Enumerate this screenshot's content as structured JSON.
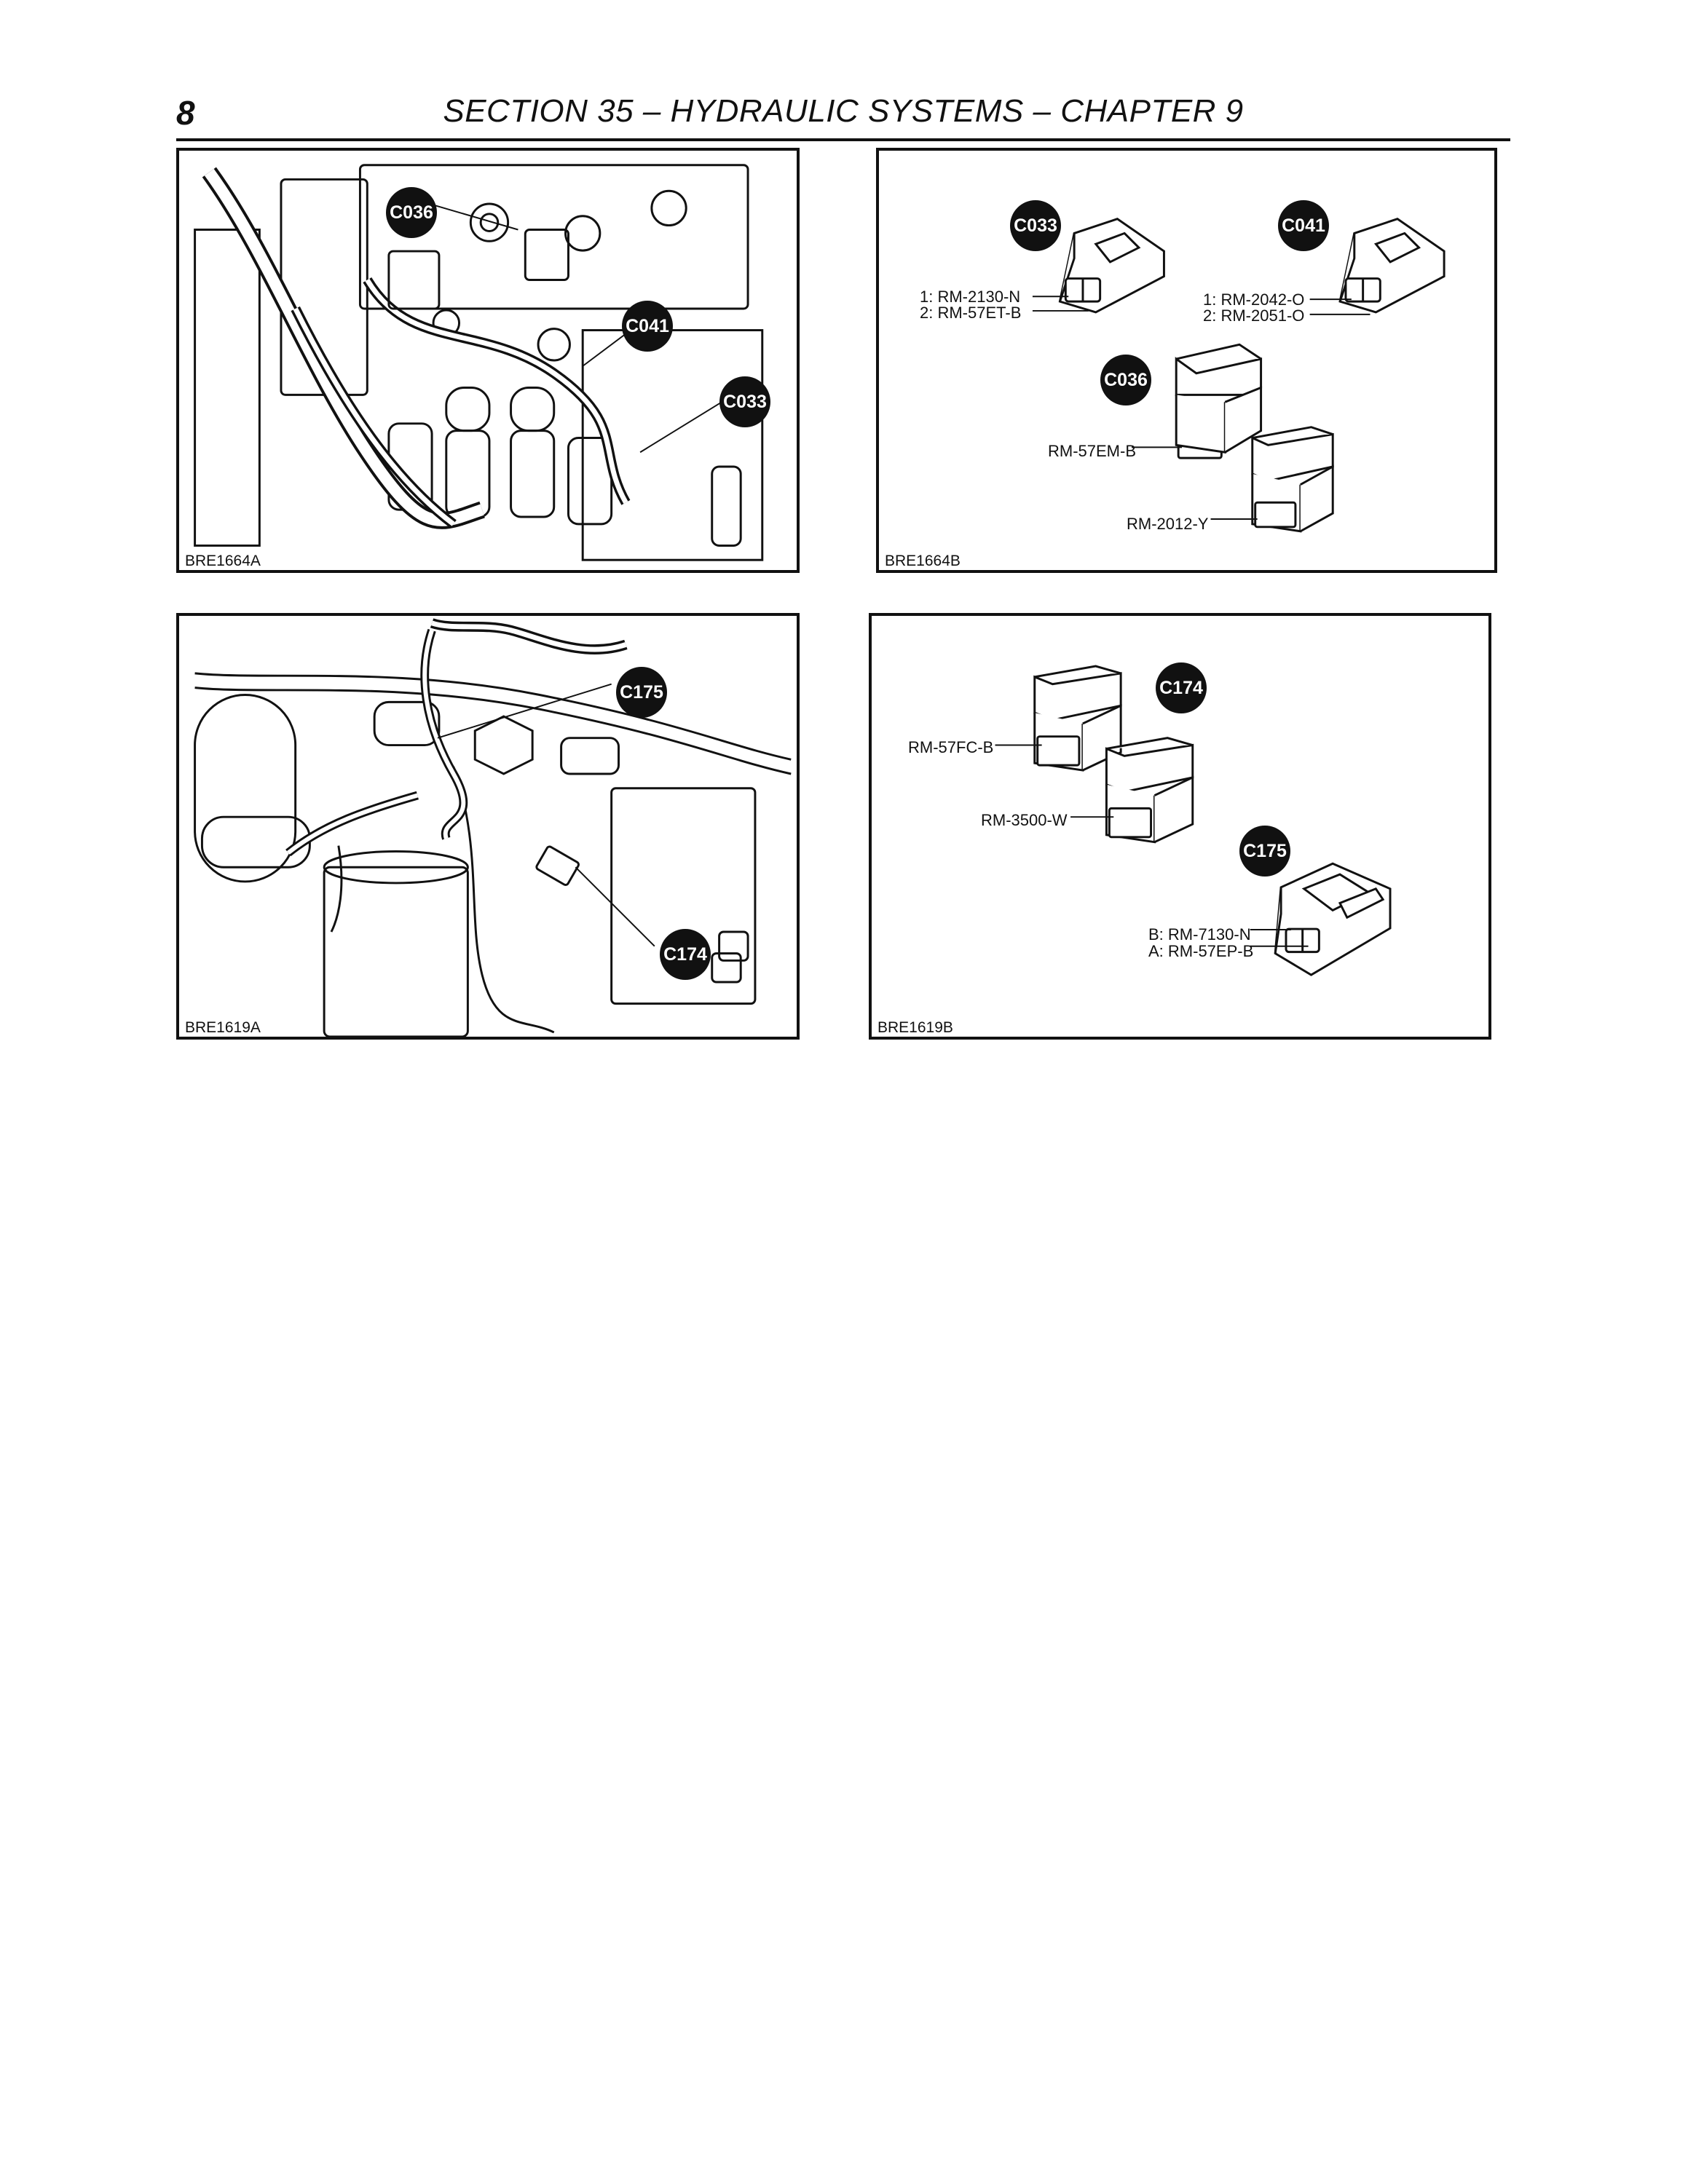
{
  "header": {
    "page_number": "8",
    "title": "SECTION 35 – HYDRAULIC SYSTEMS – CHAPTER 9"
  },
  "figures": {
    "fig_a": {
      "code": "BRE1664A",
      "callouts": [
        "C036",
        "C041",
        "C033"
      ]
    },
    "fig_b": {
      "code": "BRE1664B",
      "callouts": [
        "C033",
        "C041",
        "C036"
      ],
      "c033_pin1": "1: RM-2130-N",
      "c033_pin2": "2: RM-57ET-B",
      "c041_pin1": "1: RM-2042-O",
      "c041_pin2": "2: RM-2051-O",
      "c036_wire1": "RM-57EM-B",
      "c036_wire2": "RM-2012-Y"
    },
    "fig_c": {
      "code": "BRE1619A",
      "callouts": [
        "C175",
        "C174"
      ]
    },
    "fig_d": {
      "code": "BRE1619B",
      "callouts": [
        "C174",
        "C175"
      ],
      "c174_wire1": "RM-57FC-B",
      "c174_wire2": "RM-3500-W",
      "c175_pinB": "B: RM-7130-N",
      "c175_pinA": "A: RM-57EP-B"
    }
  }
}
